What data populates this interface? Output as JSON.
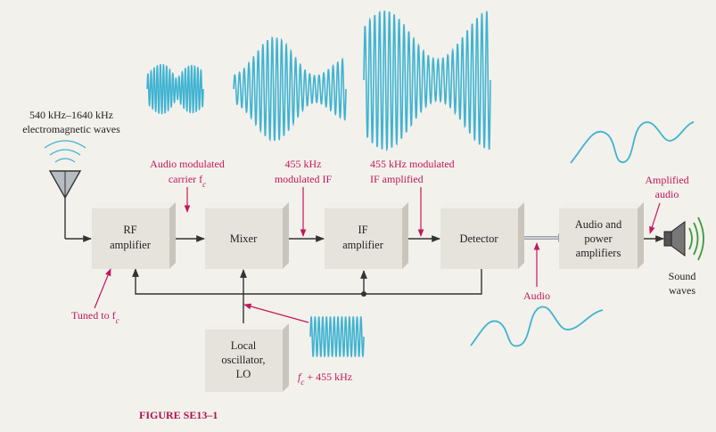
{
  "colors": {
    "wave": "#3fb3d1",
    "annotation": "#c2185b",
    "line": "#333333",
    "block_face": "#e6e3dc",
    "block_side": "#c9c5bc",
    "block_top": "#f1efea",
    "page": "#f3f1ec",
    "caption": "#b0124e"
  },
  "input": {
    "line1": "540 kHz–1640 kHz",
    "line2": "electromagnetic waves"
  },
  "blocks": {
    "rf": {
      "line1": "RF",
      "line2": "amplifier"
    },
    "mixer": {
      "line1": "Mixer"
    },
    "if": {
      "line1": "IF",
      "line2": "amplifier"
    },
    "detector": {
      "line1": "Detector"
    },
    "audio_amp": {
      "line1": "Audio and",
      "line2": "power",
      "line3": "amplifiers"
    },
    "lo": {
      "line1": "Local",
      "line2": "oscillator,",
      "line3": "LO"
    }
  },
  "annotations": {
    "carrier": {
      "line1": "Audio modulated",
      "line2": "carrier f",
      "sub": "c"
    },
    "if_mod": {
      "line1": "455 kHz",
      "line2": "modulated IF"
    },
    "if_amp": {
      "line1": "455 kHz modulated",
      "line2": "IF amplified"
    },
    "amplified": {
      "line1": "Amplified",
      "line2": "audio"
    },
    "tuned": {
      "text": "Tuned to f",
      "sub": "c"
    },
    "audio": {
      "text": "Audio"
    },
    "lo_freq": {
      "prefix": "f",
      "sub": "c",
      "suffix": " + 455 kHz"
    }
  },
  "output": {
    "line1": "Sound",
    "line2": "waves"
  },
  "caption": "FIGURE SE13–1"
}
